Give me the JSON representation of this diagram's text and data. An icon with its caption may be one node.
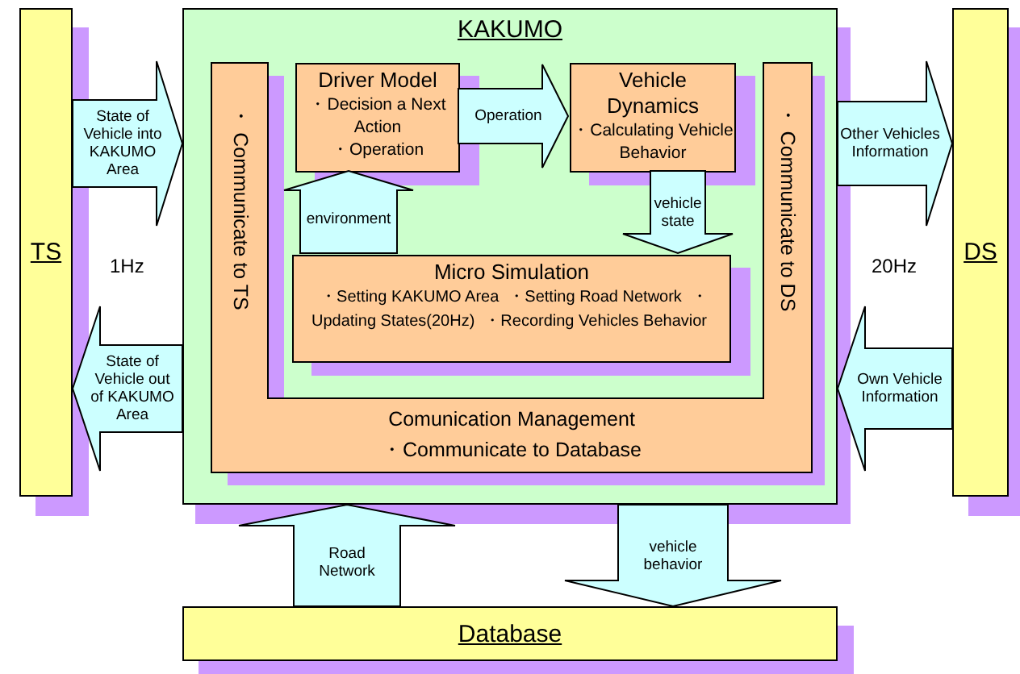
{
  "diagram": {
    "nodes": [
      {
        "text": [
          "TS"
        ]
      },
      {
        "text": [
          "KAKUMO"
        ]
      },
      {
        "text": [
          "・ Communicate to TS",
          "・ Communicate to DS",
          "Comunication Management",
          "・Communicate to Database"
        ],
        "in": 1
      },
      {
        "text": [
          "Driver Model",
          "・Decision a Next Action",
          "・Operation"
        ],
        "in": 1
      },
      {
        "text": [
          "Vehicle Dynamics",
          "・Calculating Vehicle Behavior"
        ],
        "in": 1
      },
      {
        "text": [
          "Micro Simulation",
          "・Setting KAKUMO Area",
          "・Setting Road Network",
          "・Updating States(20Hz)",
          "・Recording Vehicles Behavior"
        ],
        "in": 1
      },
      {
        "text": [
          "DS"
        ]
      },
      {
        "text": [
          "Database"
        ]
      }
    ],
    "edges": [
      {
        "from": 0,
        "to": 1,
        "arrow": "to",
        "label": "State of Vehicle into KAKUMO Area"
      },
      {
        "from": 1,
        "to": 0,
        "arrow": "to",
        "label": "State of Vehicle out of KAKUMO Area"
      },
      {
        "from": 3,
        "to": 4,
        "arrow": "to",
        "label": "Operation"
      },
      {
        "from": 5,
        "to": 3,
        "arrow": "to",
        "label": "environment"
      },
      {
        "from": 4,
        "to": 5,
        "arrow": "to",
        "label": "vehicle state"
      },
      {
        "from": 1,
        "to": 6,
        "arrow": "to",
        "label": "Other Vehicles Information"
      },
      {
        "from": 6,
        "to": 1,
        "arrow": "to",
        "label": "Own Vehicle Information"
      },
      {
        "from": 7,
        "to": 1,
        "arrow": "to",
        "label": "Road Network"
      },
      {
        "from": 1,
        "to": 7,
        "arrow": "to",
        "label": "vehicle behavior"
      }
    ],
    "labels": [
      "1Hz",
      "20Hz"
    ]
  }
}
